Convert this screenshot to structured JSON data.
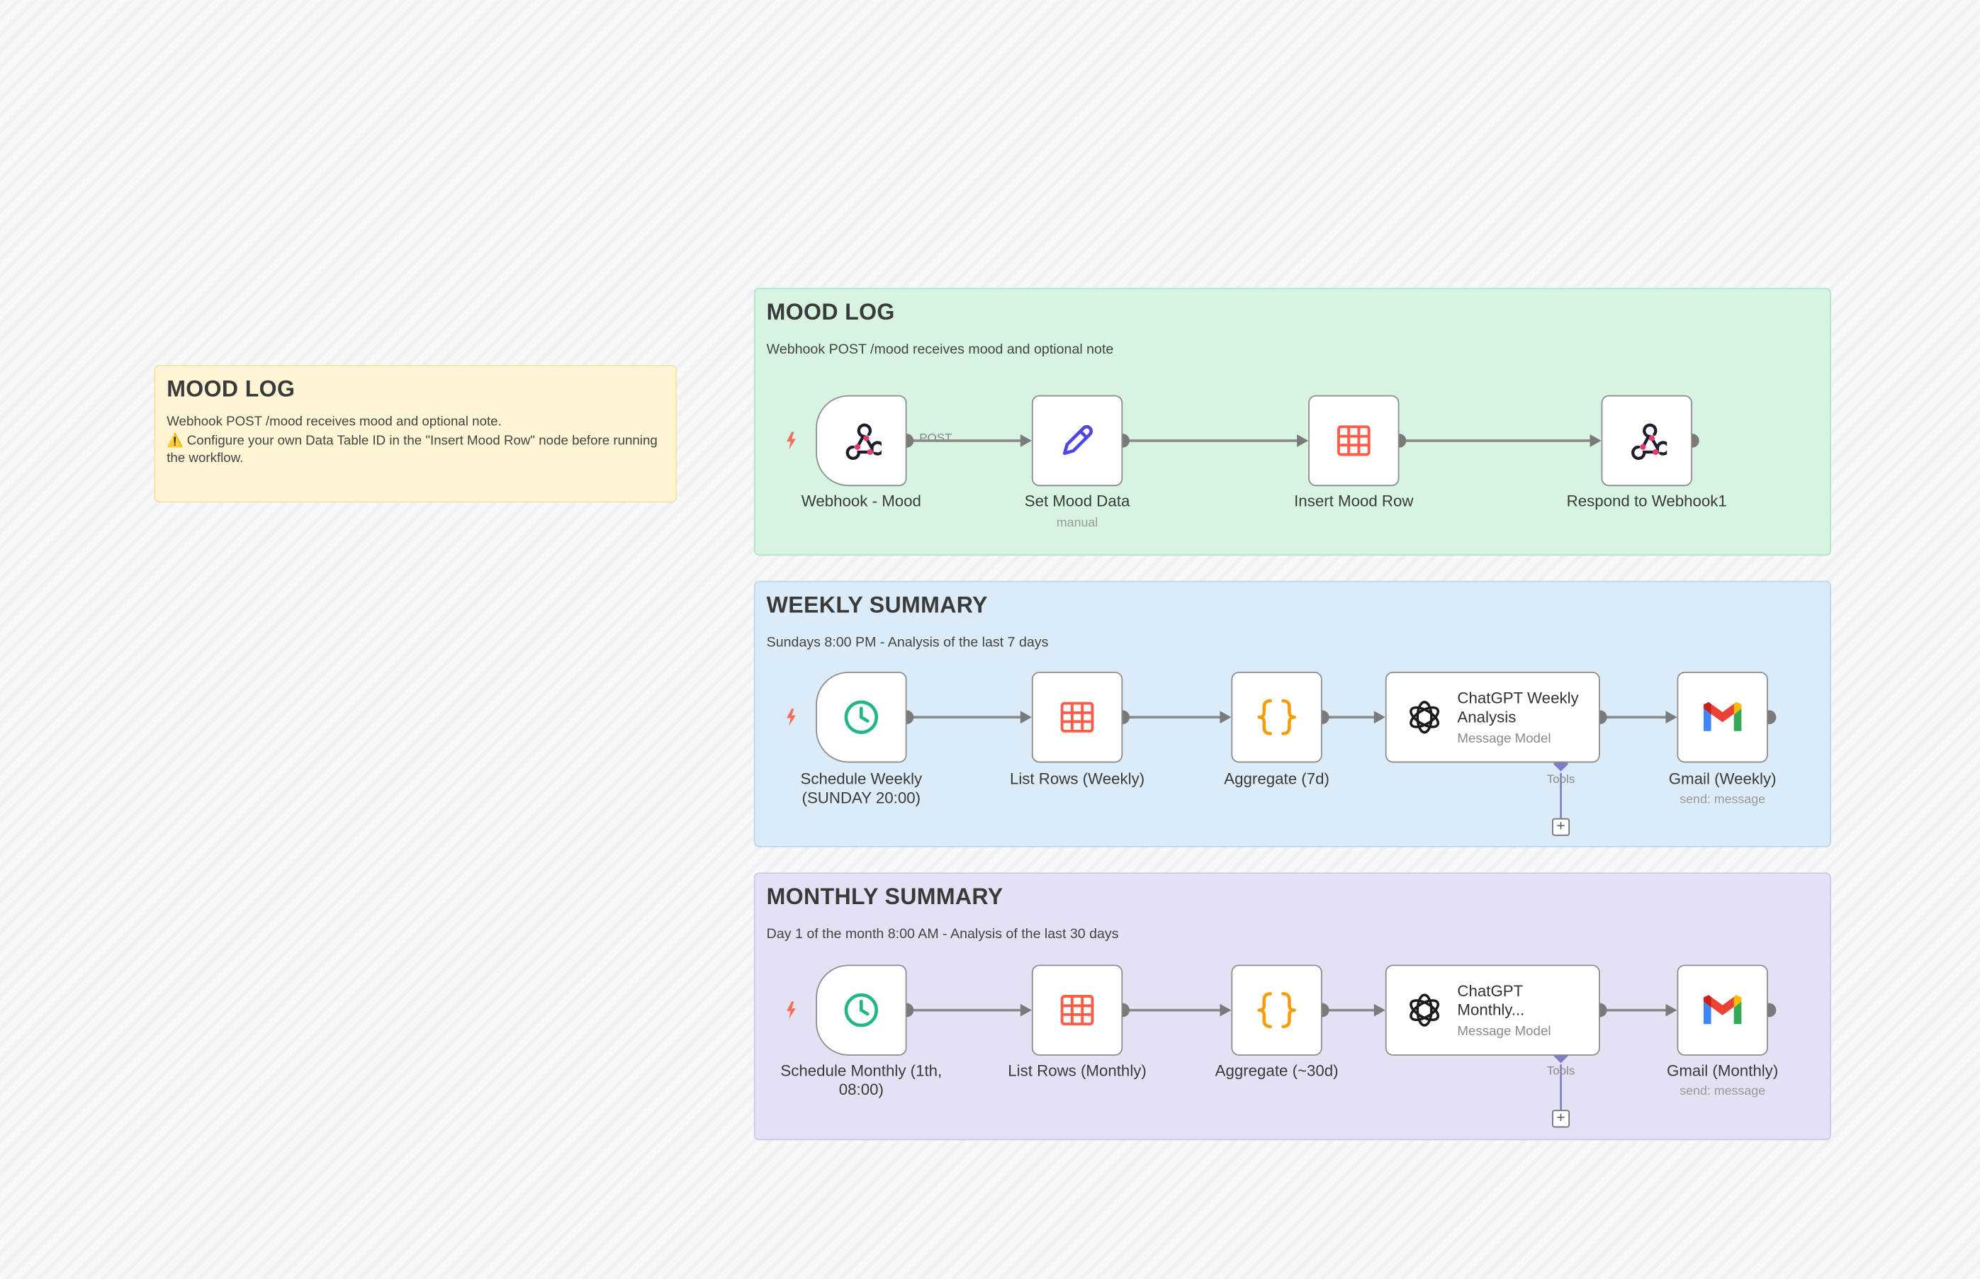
{
  "note": {
    "title": "MOOD LOG",
    "line1": "Webhook POST /mood receives mood and optional note.",
    "line2": "⚠️ Configure your own Data Table ID in the \"Insert Mood Row\" node before running the workflow."
  },
  "groups": {
    "mood": {
      "title": "MOOD LOG",
      "subtitle": "Webhook POST /mood receives mood and optional note"
    },
    "weekly": {
      "title": "WEEKLY SUMMARY",
      "subtitle": "Sundays 8:00 PM - Analysis of the last 7 days"
    },
    "monthly": {
      "title": "MONTHLY SUMMARY",
      "subtitle": "Day 1 of the month 8:00 AM - Analysis of the last 30 days"
    }
  },
  "nodes": {
    "webhook_mood": {
      "label": "Webhook - Mood",
      "icon": "webhook-icon",
      "edge_label": "POST"
    },
    "set_mood": {
      "label": "Set Mood Data",
      "subtitle": "manual",
      "icon": "pencil-icon"
    },
    "insert_mood": {
      "label": "Insert Mood Row",
      "icon": "table-icon"
    },
    "respond": {
      "label": "Respond to Webhook1",
      "icon": "webhook-icon"
    },
    "sched_weekly": {
      "label_line1": "Schedule Weekly",
      "label_line2": "(SUNDAY 20:00)",
      "icon": "clock-icon"
    },
    "list_weekly": {
      "label": "List Rows (Weekly)",
      "icon": "table-icon"
    },
    "agg_weekly": {
      "label": "Aggregate (7d)",
      "icon": "braces-icon"
    },
    "gpt_weekly": {
      "title_line1": "ChatGPT Weekly",
      "title_line2": "Analysis",
      "subtitle": "Message Model",
      "tools_label": "Tools",
      "icon": "openai-icon"
    },
    "gmail_weekly": {
      "label": "Gmail (Weekly)",
      "subtitle": "send: message",
      "icon": "gmail-icon"
    },
    "sched_monthly": {
      "label_line1": "Schedule Monthly (1th,",
      "label_line2": "08:00)",
      "icon": "clock-icon"
    },
    "list_monthly": {
      "label": "List Rows (Monthly)",
      "icon": "table-icon"
    },
    "agg_monthly": {
      "label": "Aggregate (~30d)",
      "icon": "braces-icon"
    },
    "gpt_monthly": {
      "title_line1": "ChatGPT",
      "title_line2": "Monthly...",
      "subtitle": "Message Model",
      "tools_label": "Tools",
      "icon": "openai-icon"
    },
    "gmail_monthly": {
      "label": "Gmail (Monthly)",
      "subtitle": "send: message",
      "icon": "gmail-icon"
    }
  },
  "colors": {
    "trigger_bolt": "#ff6d5a",
    "mood_group_bg": "#d7f3e2",
    "weekly_group_bg": "#dcebf8",
    "monthly_group_bg": "#e4e1f4",
    "note_bg": "#fff5d4",
    "tools_connector": "#7c7fc7"
  }
}
